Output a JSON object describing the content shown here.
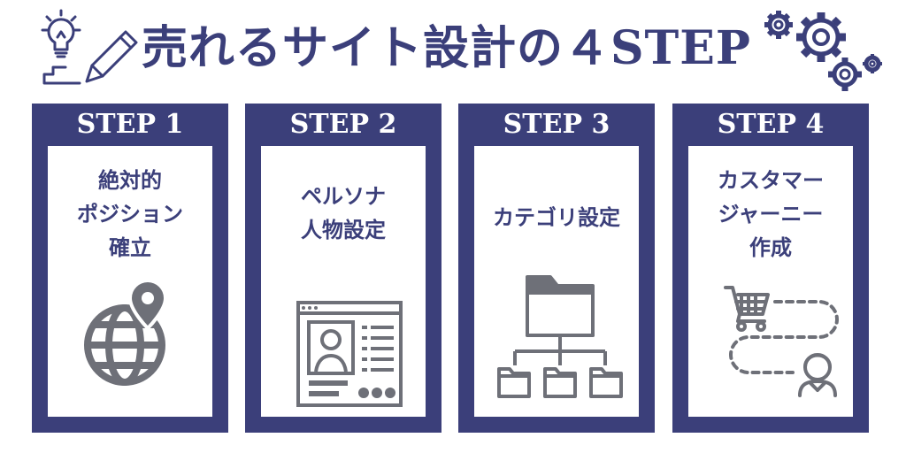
{
  "header": {
    "title": "売れるサイト設計の４STEP",
    "left_icon": "lightbulb-pencil-icon",
    "right_icon": "gears-icon"
  },
  "steps": [
    {
      "label": "STEP 1",
      "lines": [
        "絶対的",
        "ポジション",
        "確立"
      ],
      "icon": "globe-location-pin-icon"
    },
    {
      "label": "STEP 2",
      "lines": [
        "ペルソナ",
        "人物設定"
      ],
      "icon": "profile-window-icon"
    },
    {
      "label": "STEP 3",
      "lines": [
        "カテゴリ設定"
      ],
      "icon": "folder-tree-icon"
    },
    {
      "label": "STEP 4",
      "lines": [
        "カスタマー",
        "ジャーニー",
        "作成"
      ],
      "icon": "cart-journey-person-icon"
    }
  ],
  "colors": {
    "primary": "#3b3f7a",
    "icon_gray": "#6e7078",
    "background": "#ffffff"
  }
}
